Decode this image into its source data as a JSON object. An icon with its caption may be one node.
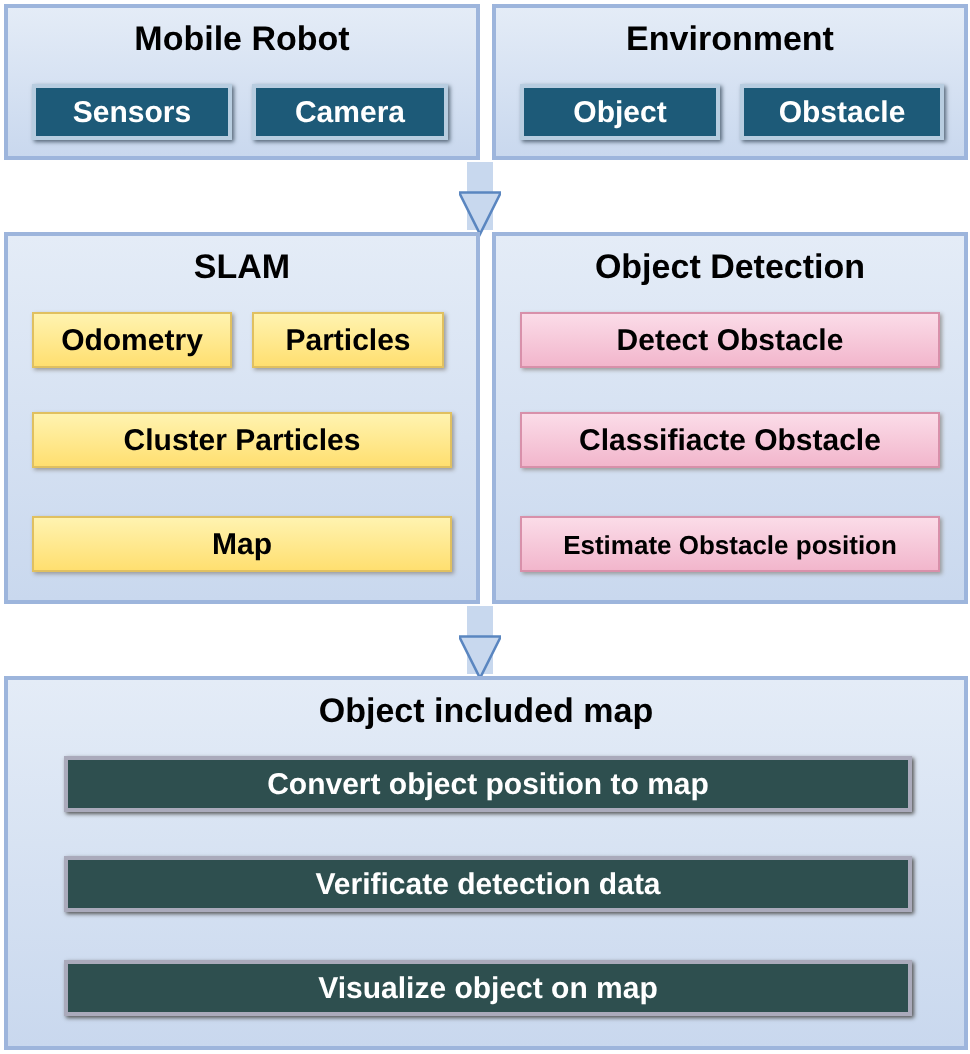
{
  "diagram": {
    "nodes": [
      {
        "text": [
          "Mobile Robot"
        ]
      },
      {
        "text": [
          "Sensors"
        ],
        "in": 0
      },
      {
        "text": [
          "Camera"
        ],
        "in": 0
      },
      {
        "text": [
          "Environment"
        ]
      },
      {
        "text": [
          "Object"
        ],
        "in": 3
      },
      {
        "text": [
          "Obstacle"
        ],
        "in": 3
      },
      {
        "text": [
          "SLAM"
        ]
      },
      {
        "text": [
          "Odometry"
        ],
        "in": 6
      },
      {
        "text": [
          "Particles"
        ],
        "in": 6
      },
      {
        "text": [
          "Cluster Particles"
        ],
        "in": 6
      },
      {
        "text": [
          "Map"
        ],
        "in": 6
      },
      {
        "text": [
          "Object Detection"
        ]
      },
      {
        "text": [
          "Detect Obstacle"
        ],
        "in": 11
      },
      {
        "text": [
          "Classifiacte Obstacle"
        ],
        "in": 11
      },
      {
        "text": [
          "Estimate Obstacle position"
        ],
        "in": 11
      },
      {
        "text": [
          "Object included map"
        ]
      },
      {
        "text": [
          "Convert object position to map"
        ],
        "in": 15
      },
      {
        "text": [
          "Verificate detection data"
        ],
        "in": 15
      },
      {
        "text": [
          "Visualize object on map"
        ],
        "in": 15
      }
    ],
    "edges": [
      {
        "from": 0,
        "to": 6,
        "arrow": "to"
      },
      {
        "from": 6,
        "to": 15,
        "arrow": "to"
      }
    ]
  }
}
